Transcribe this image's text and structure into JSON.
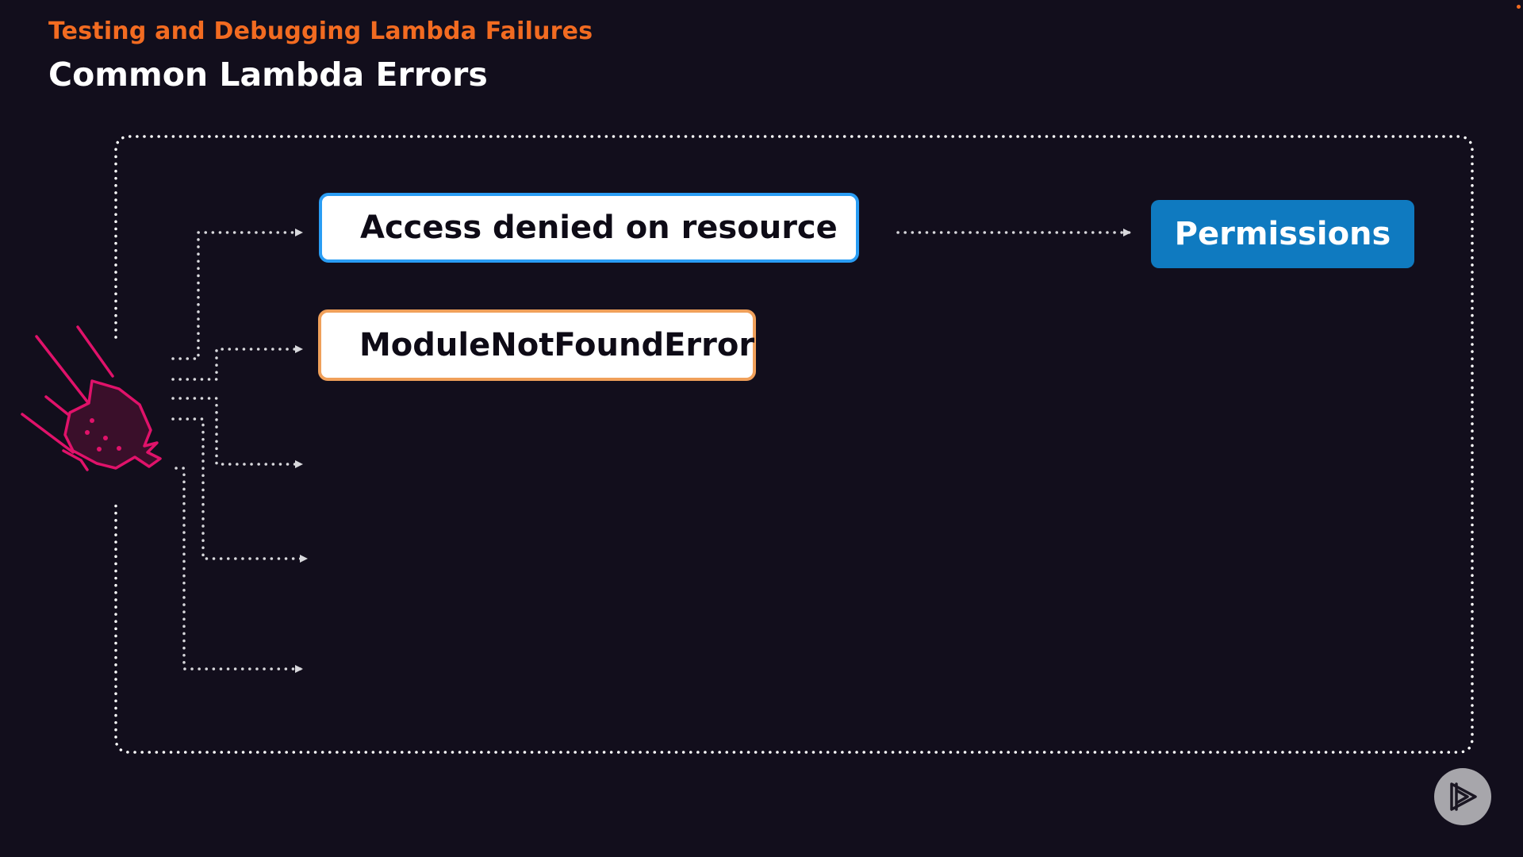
{
  "header": {
    "course_title": "Testing and Debugging Lambda Failures",
    "slide_title": "Common Lambda Errors"
  },
  "errors": [
    {
      "label": "Access denied on resource",
      "accent": "#2a9df4"
    },
    {
      "label": "ModuleNotFoundError",
      "accent": "#f0a05a"
    }
  ],
  "causes": [
    {
      "label": "Permissions",
      "color": "#0f7ac0"
    }
  ],
  "colors": {
    "background": "#120e1c",
    "kicker": "#f26b21",
    "failure_icon": "#e0126a",
    "connector": "#d8d8dc"
  },
  "icons": {
    "failure": "meteor-icon",
    "player": "play-icon"
  }
}
